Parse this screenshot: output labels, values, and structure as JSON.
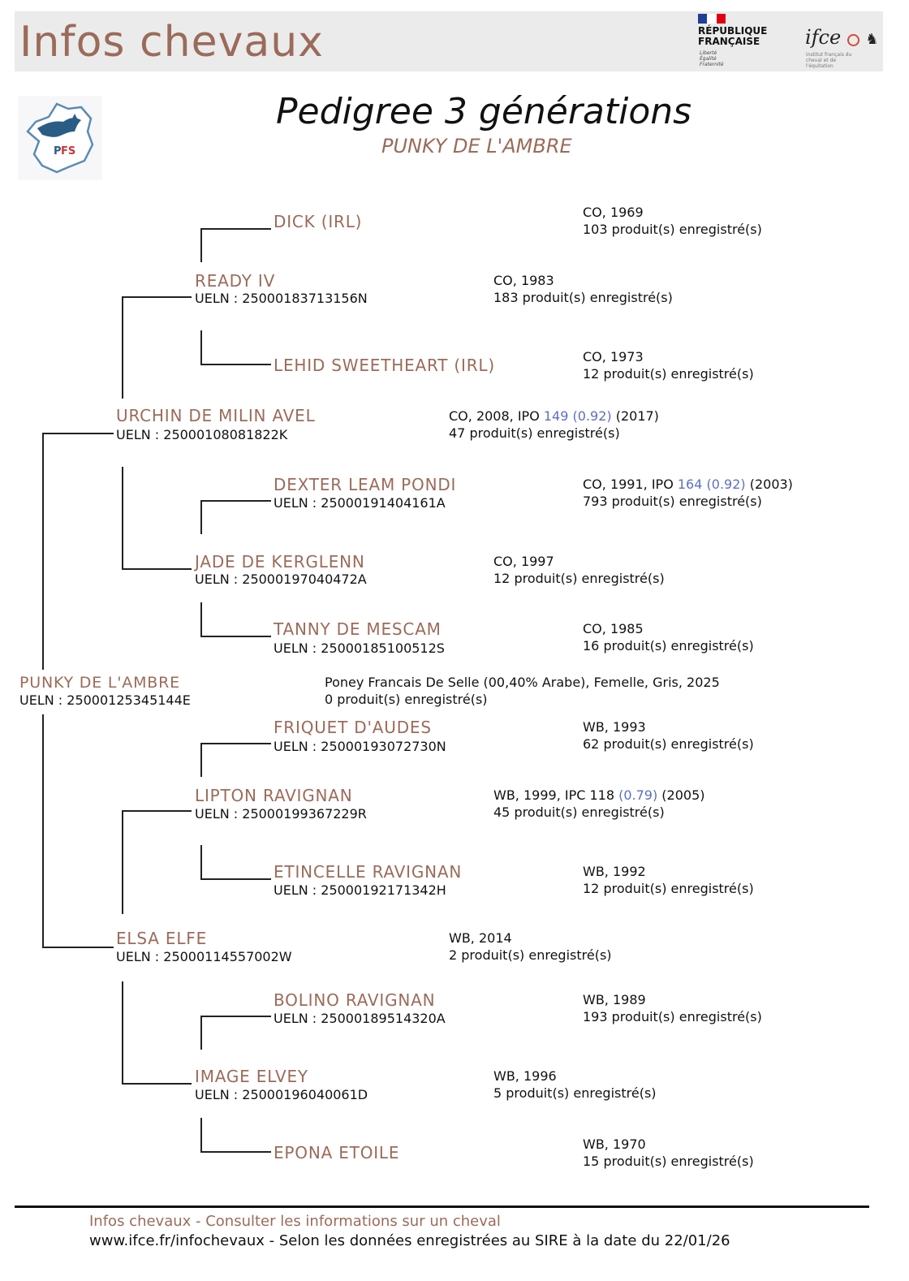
{
  "header": {
    "site_title": "Infos chevaux",
    "rf_text": "RÉPUBLIQUE FRANÇAISE",
    "rf_motto": "Liberté Égalité Fraternité",
    "ifce_logo": "ifce",
    "ifce_sub": "institut français du cheval et de l'équitation",
    "pfs_logo": "PFS"
  },
  "title": "Pedigree 3 générations",
  "subtitle": "PUNKY DE L'AMBRE",
  "pedigree": {
    "subject": {
      "name": "PUNKY DE L'AMBRE",
      "ueln": "UELN : 25000125345144E",
      "info1": "Poney Francais De Selle (00,40% Arabe), Femelle, Gris, 2025",
      "info2": "0 produit(s) enregistré(s)"
    },
    "sire": {
      "name": "URCHIN DE MILIN AVEL",
      "ueln": "UELN : 25000108081822K",
      "info1_pre": "CO, 2008, IPO ",
      "ipo": "149",
      "ipo_coef": "(0.92)",
      "info1_post": " (2017)",
      "info2": "47 produit(s) enregistré(s)"
    },
    "dam": {
      "name": "ELSA ELFE",
      "ueln": "UELN : 25000114557002W",
      "info1": "WB, 2014",
      "info2": "2 produit(s) enregistré(s)"
    },
    "ss": {
      "name": "READY IV",
      "ueln": "UELN : 25000183713156N",
      "info1": "CO, 1983",
      "info2": "183 produit(s) enregistré(s)"
    },
    "sd": {
      "name": "JADE DE KERGLENN",
      "ueln": "UELN : 25000197040472A",
      "info1": "CO, 1997",
      "info2": "12 produit(s) enregistré(s)"
    },
    "ds": {
      "name": "LIPTON RAVIGNAN",
      "ueln": "UELN : 25000199367229R",
      "info1_pre": "WB, 1999, IPC 118 ",
      "ipc_coef": "(0.79)",
      "info1_post": " (2005)",
      "info2": "45 produit(s) enregistré(s)"
    },
    "dd": {
      "name": "IMAGE ELVEY",
      "ueln": "UELN : 25000196040061D",
      "info1": "WB, 1996",
      "info2": "5 produit(s) enregistré(s)"
    },
    "sss": {
      "name": "DICK (IRL)",
      "info1": "CO, 1969",
      "info2": "103 produit(s) enregistré(s)"
    },
    "ssd": {
      "name": "LEHID SWEETHEART (IRL)",
      "info1": "CO, 1973",
      "info2": "12 produit(s) enregistré(s)"
    },
    "sds": {
      "name": "DEXTER LEAM PONDI",
      "ueln": "UELN : 25000191404161A",
      "info1_pre": "CO, 1991, IPO ",
      "ipo": "164",
      "ipo_coef": "(0.92)",
      "info1_post": " (2003)",
      "info2": "793 produit(s) enregistré(s)"
    },
    "sdd": {
      "name": "TANNY DE MESCAM",
      "ueln": "UELN : 25000185100512S",
      "info1": "CO, 1985",
      "info2": "16 produit(s) enregistré(s)"
    },
    "dss": {
      "name": "FRIQUET D'AUDES",
      "ueln": "UELN : 25000193072730N",
      "info1": "WB, 1993",
      "info2": "62 produit(s) enregistré(s)"
    },
    "dsd": {
      "name": "ETINCELLE RAVIGNAN",
      "ueln": "UELN : 25000192171342H",
      "info1": "WB, 1992",
      "info2": "12 produit(s) enregistré(s)"
    },
    "dds": {
      "name": "BOLINO RAVIGNAN",
      "ueln": "UELN : 25000189514320A",
      "info1": "WB, 1989",
      "info2": "193 produit(s) enregistré(s)"
    },
    "ddd": {
      "name": "EPONA ETOILE",
      "info1": "WB, 1970",
      "info2": "15 produit(s) enregistré(s)"
    }
  },
  "footer": {
    "line1": "Infos chevaux - Consulter les informations sur un cheval",
    "line2": "www.ifce.fr/infochevaux - Selon les données enregistrées au SIRE à la date du 22/01/26"
  },
  "colors": {
    "accent": "#9b6b5a",
    "ipo_blue": "#5b70c2",
    "flag_blue": "#1f3f97",
    "flag_red": "#e1000f"
  }
}
